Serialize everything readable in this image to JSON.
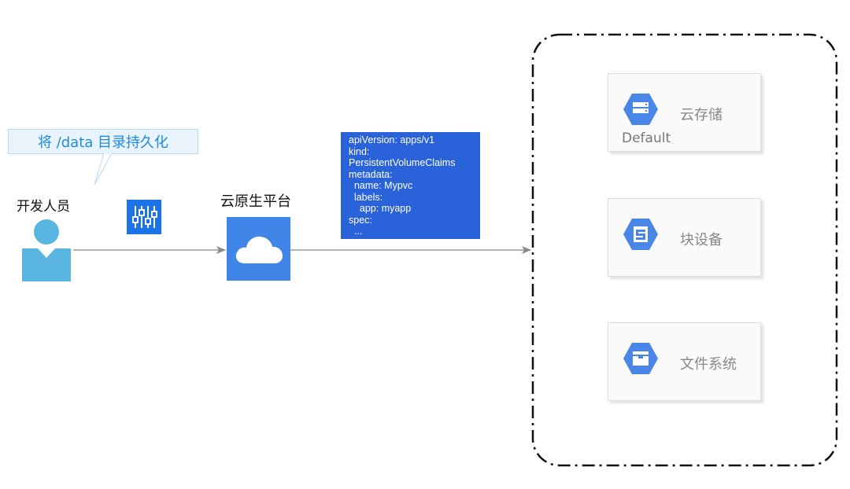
{
  "callout": {
    "text": "将 /data 目录持久化"
  },
  "developer": {
    "label": "开发人员"
  },
  "platform": {
    "label": "云原生平台"
  },
  "yaml": {
    "lines": [
      "apiVersion: apps/v1",
      "kind:",
      "PersistentVolumeClaims",
      "metadata:",
      "  name: Mypvc",
      "  labels:",
      "    app: myapp",
      "spec:",
      "  ..."
    ]
  },
  "storage": {
    "cards": [
      {
        "label": "云存储",
        "badge": "Default",
        "icon": "storage-server-icon"
      },
      {
        "label": "块设备",
        "icon": "block-device-icon"
      },
      {
        "label": "文件系统",
        "icon": "file-system-icon"
      }
    ]
  },
  "colors": {
    "accent_blue": "#2a63d9",
    "platform_blue": "#3f86e8",
    "google_blue": "#4a86e8",
    "person_blue": "#5ab5e0",
    "callout_text": "#1f8ae0"
  }
}
